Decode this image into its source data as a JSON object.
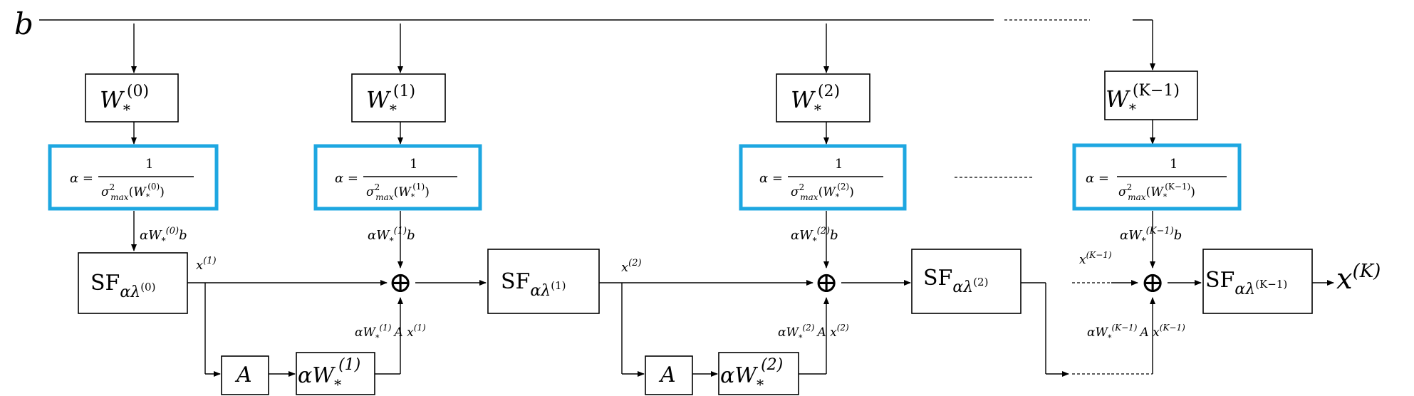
{
  "input_symbol": "b",
  "output_symbol": "x",
  "output_sup": "(K)",
  "weight_symbol": "W",
  "weight_sub": "*",
  "alpha_eq": "α =",
  "alpha_num": "1",
  "sigma": "σ",
  "sigma_sup": "2",
  "sigma_sub": "max",
  "plus": "⊕",
  "A": "A",
  "sf_main": "SF",
  "sf_sub": "αλ",
  "alpha_W": "αW",
  "stages": [
    {
      "idx": "(0)",
      "sf_idx": "(0)",
      "x_out": "x",
      "x_sup": "(1)",
      "feedback_W": "(1)"
    },
    {
      "idx": "(1)",
      "sf_idx": "(1)",
      "x_out": "x",
      "x_sup": "(2)",
      "feedback_W": "(2)"
    },
    {
      "idx": "(2)",
      "sf_idx": "(2)"
    },
    {
      "idx": "(K−1)",
      "sf_idx": "(K−1)",
      "x_in": "x",
      "x_in_sup": "(K−1)"
    }
  ],
  "labels": {
    "aWb": [
      "αW",
      "*",
      "(0)",
      "b"
    ],
    "fb1": [
      "αW",
      "*",
      "(1)",
      "A x",
      "(1)"
    ],
    "fb2": [
      "αW",
      "*",
      "(2)",
      "A x",
      "(2)"
    ],
    "fbK": [
      "αW",
      "*",
      "(K−1)",
      "A x",
      "(K−1)"
    ]
  }
}
